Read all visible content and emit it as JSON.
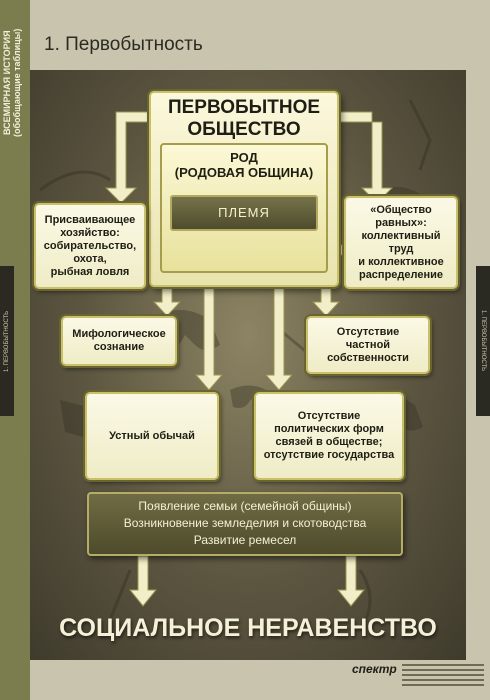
{
  "side": {
    "title": "ВСЕМИРНАЯ ИСТОРИЯ\n(обобщающие таблицы)",
    "tab_left": "1. ПЕРВОБЫТНОСТЬ",
    "tab_right": "1. ПЕРВОБЫТНОСТЬ"
  },
  "page": {
    "title": "1. Первобытность"
  },
  "diagram": {
    "main_title": "ПЕРВОБЫТНОЕ\nОБЩЕСТВО",
    "rod_label": "РОД\n(РОДОВАЯ ОБЩИНА)",
    "plemya": "ПЛЕМЯ",
    "economy": "Присваивающее\nхозяйство:\nсобирательство,\nохота,\nрыбная ловля",
    "equality": "«Общество\nравных»:\nколлективный\nтруд\nи коллективное\nраспределение",
    "myth": "Мифологическое\nсознание",
    "no_property": "Отсутствие\nчастной\nсобственности",
    "oral": "Устный обычай",
    "no_state": "Отсутствие\nполитических форм\nсвязей в обществе;\nотсутствие государства",
    "bottom_lines": [
      "Появление семьи (семейной общины)",
      "Возникновение земледелия и скотоводства",
      "Развитие ремесел"
    ],
    "final": "СОЦИАЛЬНОЕ НЕРАВЕНСТВО"
  },
  "footer": {
    "logo": "спектр"
  },
  "colors": {
    "strip": "#7b7d4e",
    "box_fill": "#fbf9e6",
    "box_border": "#c8c06a",
    "arrow": "#f1eec9",
    "dark_box": "#5e5b38"
  }
}
